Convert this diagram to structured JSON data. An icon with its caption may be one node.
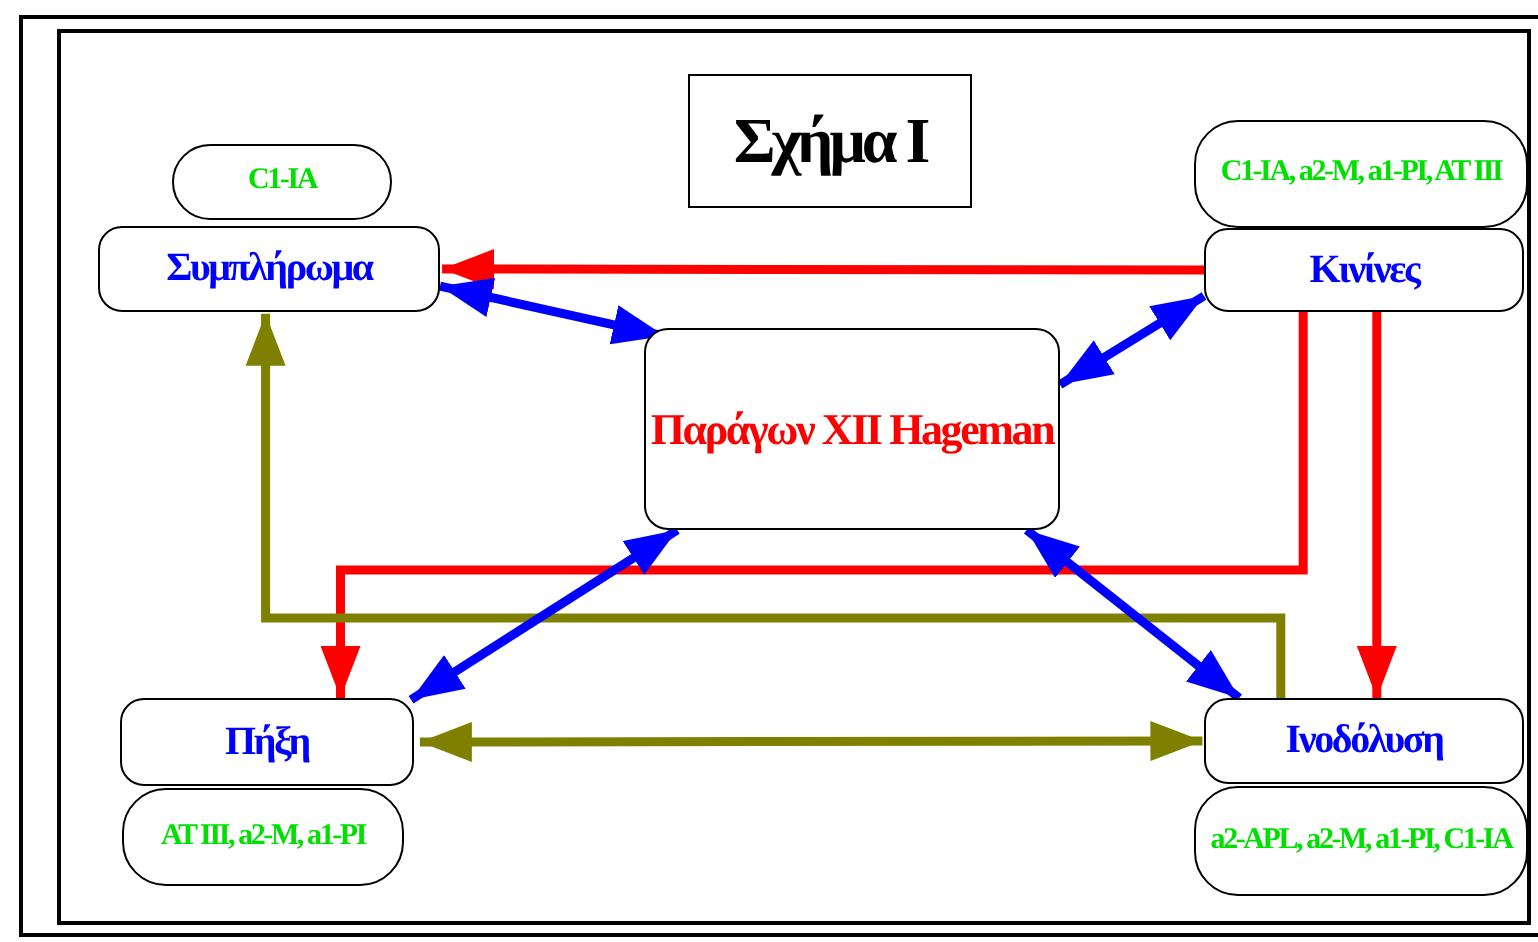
{
  "diagram": {
    "title": "Σχήμα I",
    "nodes": [
      {
        "text": [
          "C1-IA"
        ]
      },
      {
        "text": [
          "Συμπλήρωμα"
        ]
      },
      {
        "text": [
          "Παράγων XII Hageman"
        ]
      },
      {
        "text": [
          "C1-IA, a2-M, a1-PI, AT III"
        ]
      },
      {
        "text": [
          "Κινίνες"
        ]
      },
      {
        "text": [
          "Πήξη"
        ]
      },
      {
        "text": [
          "AT III, a2-M, a1-PI"
        ]
      },
      {
        "text": [
          "Ινοδόλυση"
        ]
      },
      {
        "text": [
          "a2-APL, a2-M, a1-PI, C1-IA"
        ]
      }
    ],
    "edges": [
      {
        "from": 4,
        "to": 1,
        "arrow": "to",
        "color": "#ff0000"
      },
      {
        "from": 1,
        "to": 2,
        "arrow": "both",
        "color": "#0000ff"
      },
      {
        "from": 4,
        "to": 2,
        "arrow": "both",
        "color": "#0000ff"
      },
      {
        "from": 4,
        "to": 5,
        "arrow": "to",
        "color": "#ff0000"
      },
      {
        "from": 4,
        "to": 7,
        "arrow": "to",
        "color": "#ff0000"
      },
      {
        "from": 7,
        "to": 1,
        "arrow": "to",
        "color": "#808000"
      },
      {
        "from": 5,
        "to": 7,
        "arrow": "both",
        "color": "#808000"
      },
      {
        "from": 2,
        "to": 5,
        "arrow": "both",
        "color": "#0000ff"
      },
      {
        "from": 2,
        "to": 7,
        "arrow": "both",
        "color": "#0000ff"
      }
    ]
  }
}
